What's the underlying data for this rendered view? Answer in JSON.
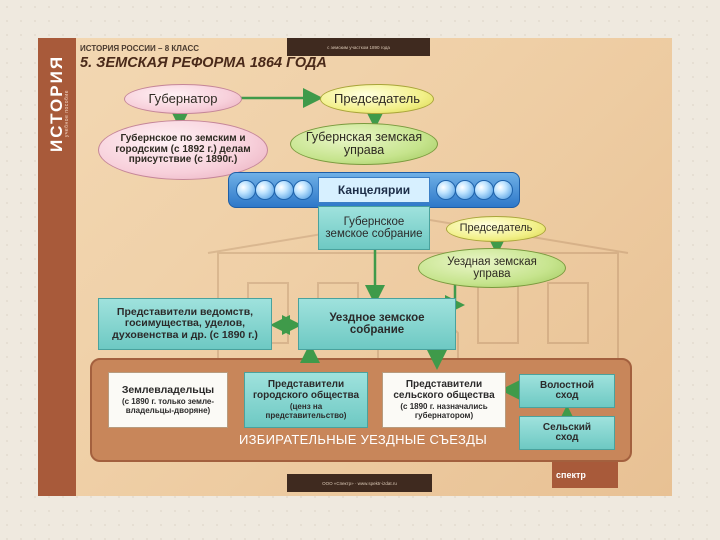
{
  "sidebar": {
    "title": "ИСТОРИЯ",
    "subtitle": "учебное пособие"
  },
  "header": {
    "top_bar_text": "с земским участком 1890 года",
    "line1": "ИСТОРИЯ РОССИИ – 8 КЛАСС",
    "line2": "5. ЗЕМСКАЯ РЕФОРМА 1864 ГОДА"
  },
  "nodes": {
    "governor": "Губернатор",
    "chairman_top": "Председатель",
    "provincial_office": "Губернское по земским и городским (с 1892 г.) делам присутствие (с 1890г.)",
    "provincial_board": "Губернская земская управа",
    "chancelleries": "Канцелярии",
    "provincial_assembly": "Губернское земское собрание",
    "chairman_uyezd": "Председатель",
    "uyezd_board": "Уездная земская управа",
    "representatives_misc": "Представители ведомств, госимущества, уделов, духовенства и др. (с 1890 г.)",
    "uyezd_assembly": "Уездное земское собрание",
    "landowners_title": "Землевладельцы",
    "landowners_note": "(с 1890 г. только земле-владельцы-дворяне)",
    "city_title": "Представители городского общества",
    "city_note": "(ценз на представительство)",
    "rural_title": "Представители сельского общества",
    "rural_note": "(с 1890 г. назначались губернатором)",
    "volost": "Волостной сход",
    "village": "Сельский сход",
    "electoral_caption": "ИЗБИРАТЕЛЬНЫЕ УЕЗДНЫЕ СЪЕЗДЫ"
  },
  "footer": {
    "bottom_bar_text": "ООО «Спектр» · www.spektr-izdat.ru",
    "logo": "спектр"
  },
  "colors": {
    "teal": "#7fd3cd",
    "pink": "#f7cfda",
    "yellow": "#f2f089",
    "green": "#c6e48d",
    "blue": "#2e78c9",
    "arrow_green": "#3f9a4a"
  }
}
